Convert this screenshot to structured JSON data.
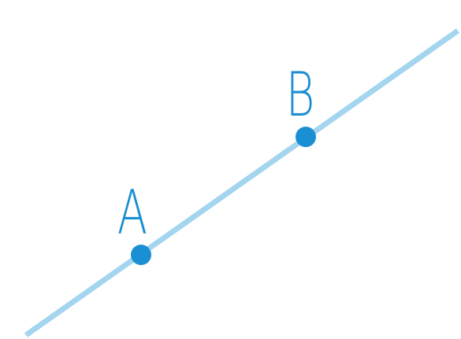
{
  "colors": {
    "line": "#a3d5ef",
    "point": "#1b8fd3",
    "label": "#1b8fd3",
    "background": "#ffffff"
  },
  "points": [
    {
      "id": "A",
      "label": "A"
    },
    {
      "id": "B",
      "label": "B"
    }
  ]
}
